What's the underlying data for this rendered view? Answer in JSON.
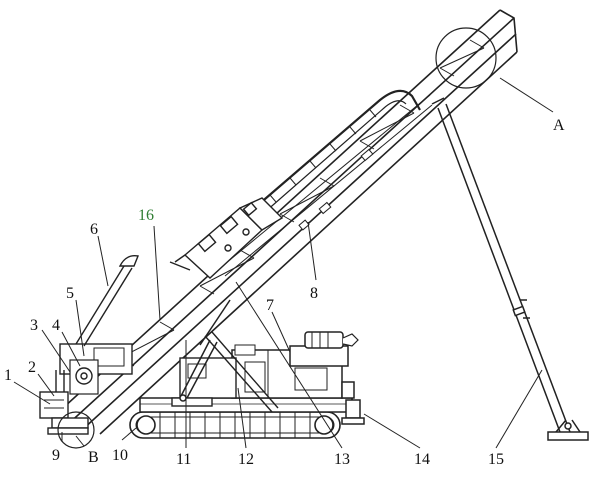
{
  "labels": {
    "l1": "1",
    "l2": "2",
    "l3": "3",
    "l4": "4",
    "l5": "5",
    "l6": "6",
    "l7": "7",
    "l8": "8",
    "l9": "9",
    "l10": "10",
    "l11": "11",
    "l12": "12",
    "l13": "13",
    "l14": "14",
    "l15": "15",
    "l16": "16",
    "detailA": "A",
    "detailB": "B"
  },
  "colors": {
    "line": "#222222",
    "accent_label": "#2f7d32"
  }
}
